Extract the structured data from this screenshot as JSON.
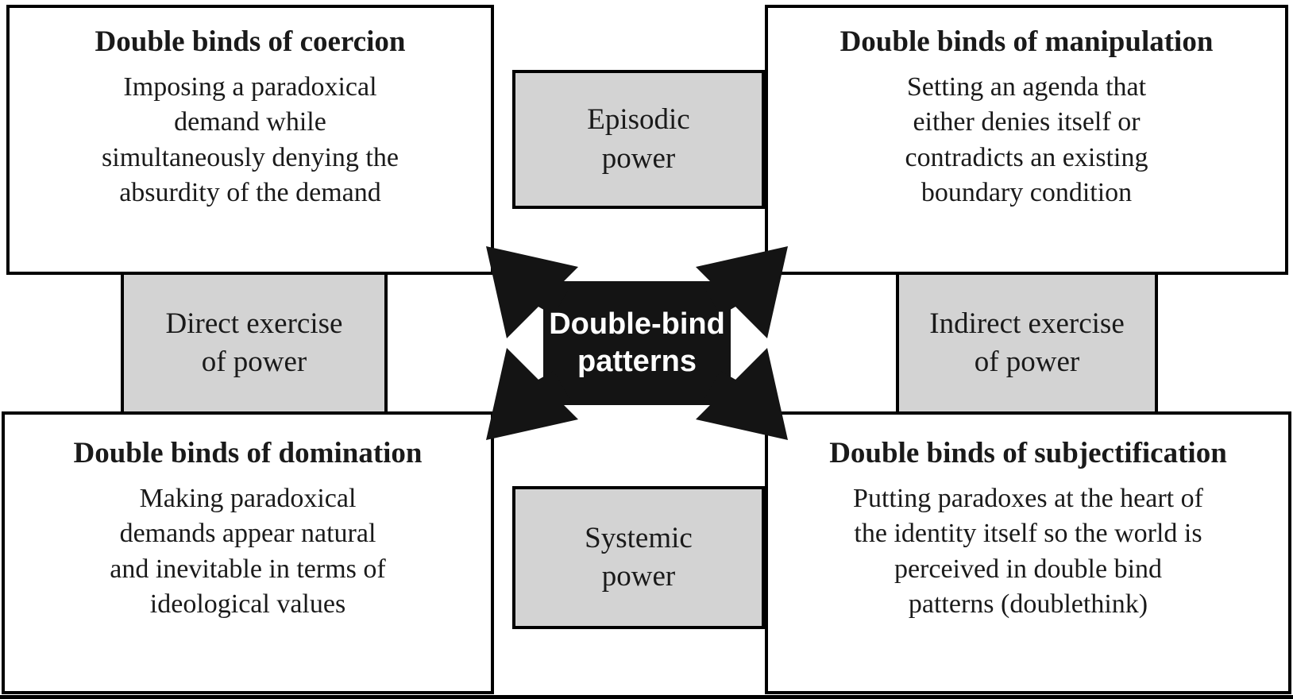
{
  "center": {
    "label": "Double-bind\npatterns"
  },
  "axes": {
    "top": {
      "label": "Episodic\npower"
    },
    "bottom": {
      "label": "Systemic\npower"
    },
    "left": {
      "label": "Direct exercise\nof power"
    },
    "right": {
      "label": "Indirect exercise\nof power"
    }
  },
  "quadrants": {
    "top_left": {
      "title": "Double binds of coercion",
      "body": "Imposing a paradoxical\ndemand while\nsimultaneously denying the\nabsurdity of the demand"
    },
    "top_right": {
      "title": "Double binds of manipulation",
      "body": "Setting an agenda that\neither denies itself or\ncontradicts an existing\nboundary condition"
    },
    "bottom_left": {
      "title": "Double binds of domination",
      "body": "Making paradoxical\ndemands appear natural\nand inevitable in terms of\nideological values"
    },
    "bottom_right": {
      "title": "Double binds of subjectification",
      "body": "Putting paradoxes at the heart of\nthe identity itself so the world is\nperceived in double bind\npatterns (doublethink)"
    }
  },
  "colors": {
    "background": "#ffffff",
    "border": "#000000",
    "axis_fill": "#d3d3d3",
    "center_fill": "#141414",
    "center_text": "#ffffff",
    "text": "#1a1a1a"
  }
}
